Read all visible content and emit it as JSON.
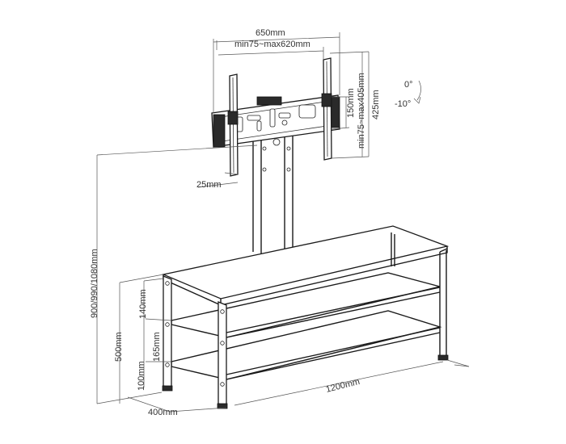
{
  "labels": {
    "overall_width": "650mm",
    "vesa_width": "min75~max620mm",
    "vesa_height": "min75~max405mm",
    "bracket_offset": "25mm",
    "bracket_height": "150mm",
    "bracket_total": "425mm",
    "tilt_up": "0°",
    "tilt_down": "-10°",
    "total_height": "900/990/1080mm",
    "shelf_top_gap": "140mm",
    "shelf_mid_gap": "165mm",
    "shelf_height": "500mm",
    "leg_height": "100mm",
    "depth": "400mm",
    "length": "1200mm"
  }
}
